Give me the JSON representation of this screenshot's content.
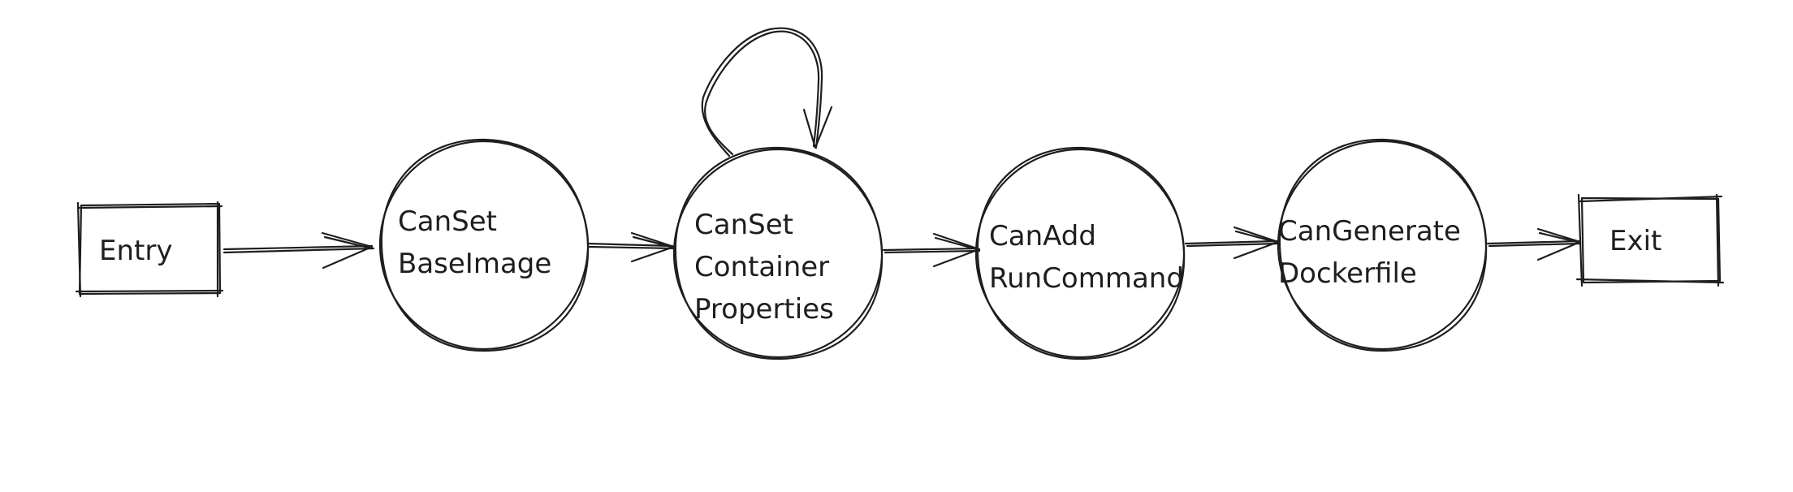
{
  "diagram": {
    "entry": {
      "label": "Entry"
    },
    "exit": {
      "label": "Exit"
    },
    "states": [
      {
        "id": "base-image",
        "lines": [
          "CanSet",
          "BaseImage"
        ]
      },
      {
        "id": "container-properties",
        "lines": [
          "CanSet",
          "Container",
          "Properties"
        ],
        "self_loop": true
      },
      {
        "id": "run-command",
        "lines": [
          "CanAdd",
          "RunCommand"
        ]
      },
      {
        "id": "generate-dockerfile",
        "lines": [
          "CanGenerate",
          "Dockerfile"
        ]
      }
    ],
    "transitions": [
      {
        "from": "entry",
        "to": "base-image"
      },
      {
        "from": "base-image",
        "to": "container-properties"
      },
      {
        "from": "container-properties",
        "to": "container-properties"
      },
      {
        "from": "container-properties",
        "to": "run-command"
      },
      {
        "from": "run-command",
        "to": "generate-dockerfile"
      },
      {
        "from": "generate-dockerfile",
        "to": "exit"
      }
    ]
  }
}
